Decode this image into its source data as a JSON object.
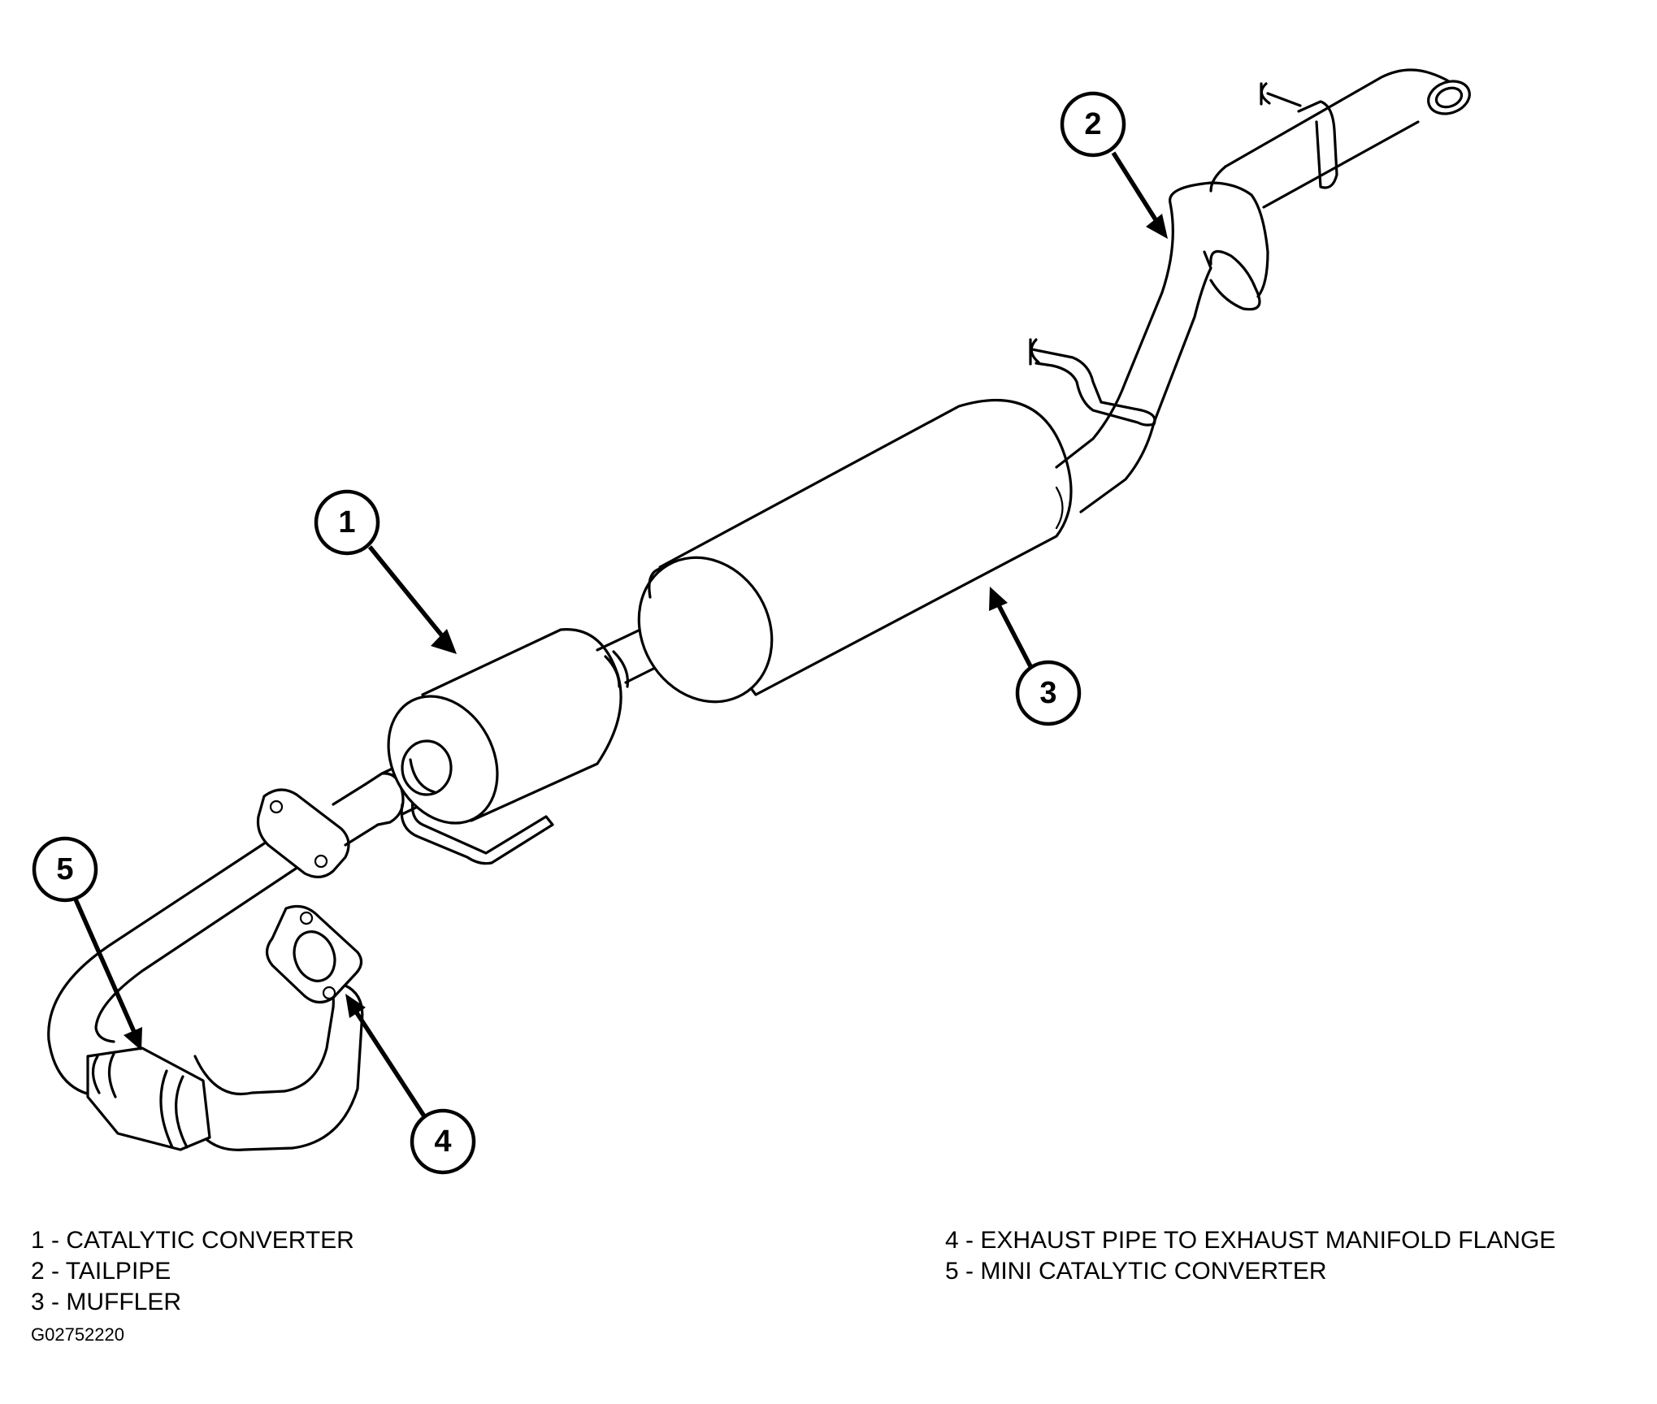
{
  "callouts": {
    "c1": "1",
    "c2": "2",
    "c3": "3",
    "c4": "4",
    "c5": "5"
  },
  "legend": {
    "left": [
      "1 - CATALYTIC CONVERTER",
      "2 - TAILPIPE",
      "3 - MUFFLER"
    ],
    "right": [
      "4 - EXHAUST PIPE TO EXHAUST MANIFOLD FLANGE",
      "5 - MINI CATALYTIC CONVERTER"
    ]
  },
  "figure_code": "G02752220"
}
